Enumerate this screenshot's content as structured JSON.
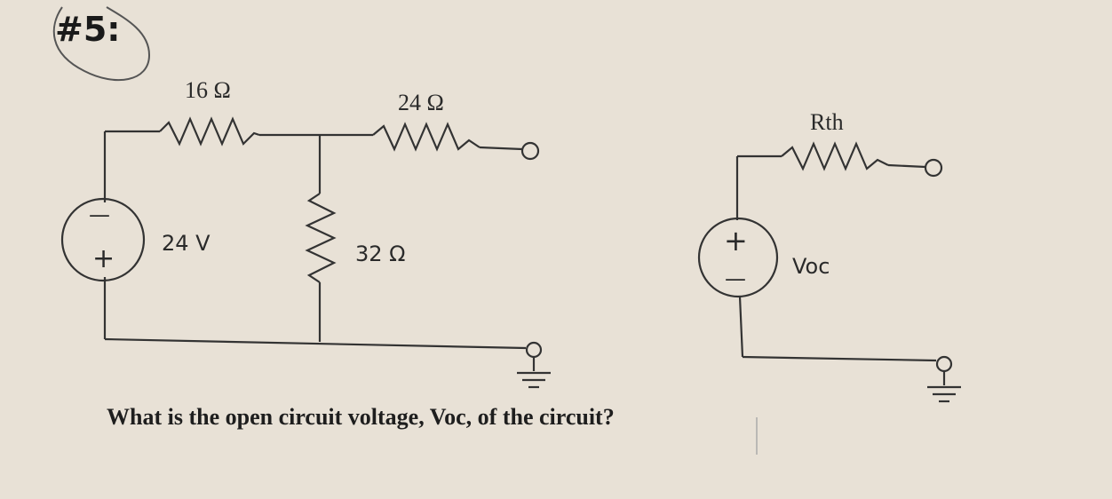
{
  "problem_number": "#5:",
  "circuit_left": {
    "r1_label": "16 Ω",
    "r2_label": "24 Ω",
    "r3_label": "32 Ω",
    "source_label": "24 V",
    "source_top_sign": "—",
    "source_bottom_sign": "+"
  },
  "circuit_right": {
    "rth_label": "Rth",
    "voc_label": "Voc",
    "source_top_sign": "+",
    "source_bottom_sign": "—"
  },
  "question": "What is the open circuit voltage, Voc, of the circuit?"
}
